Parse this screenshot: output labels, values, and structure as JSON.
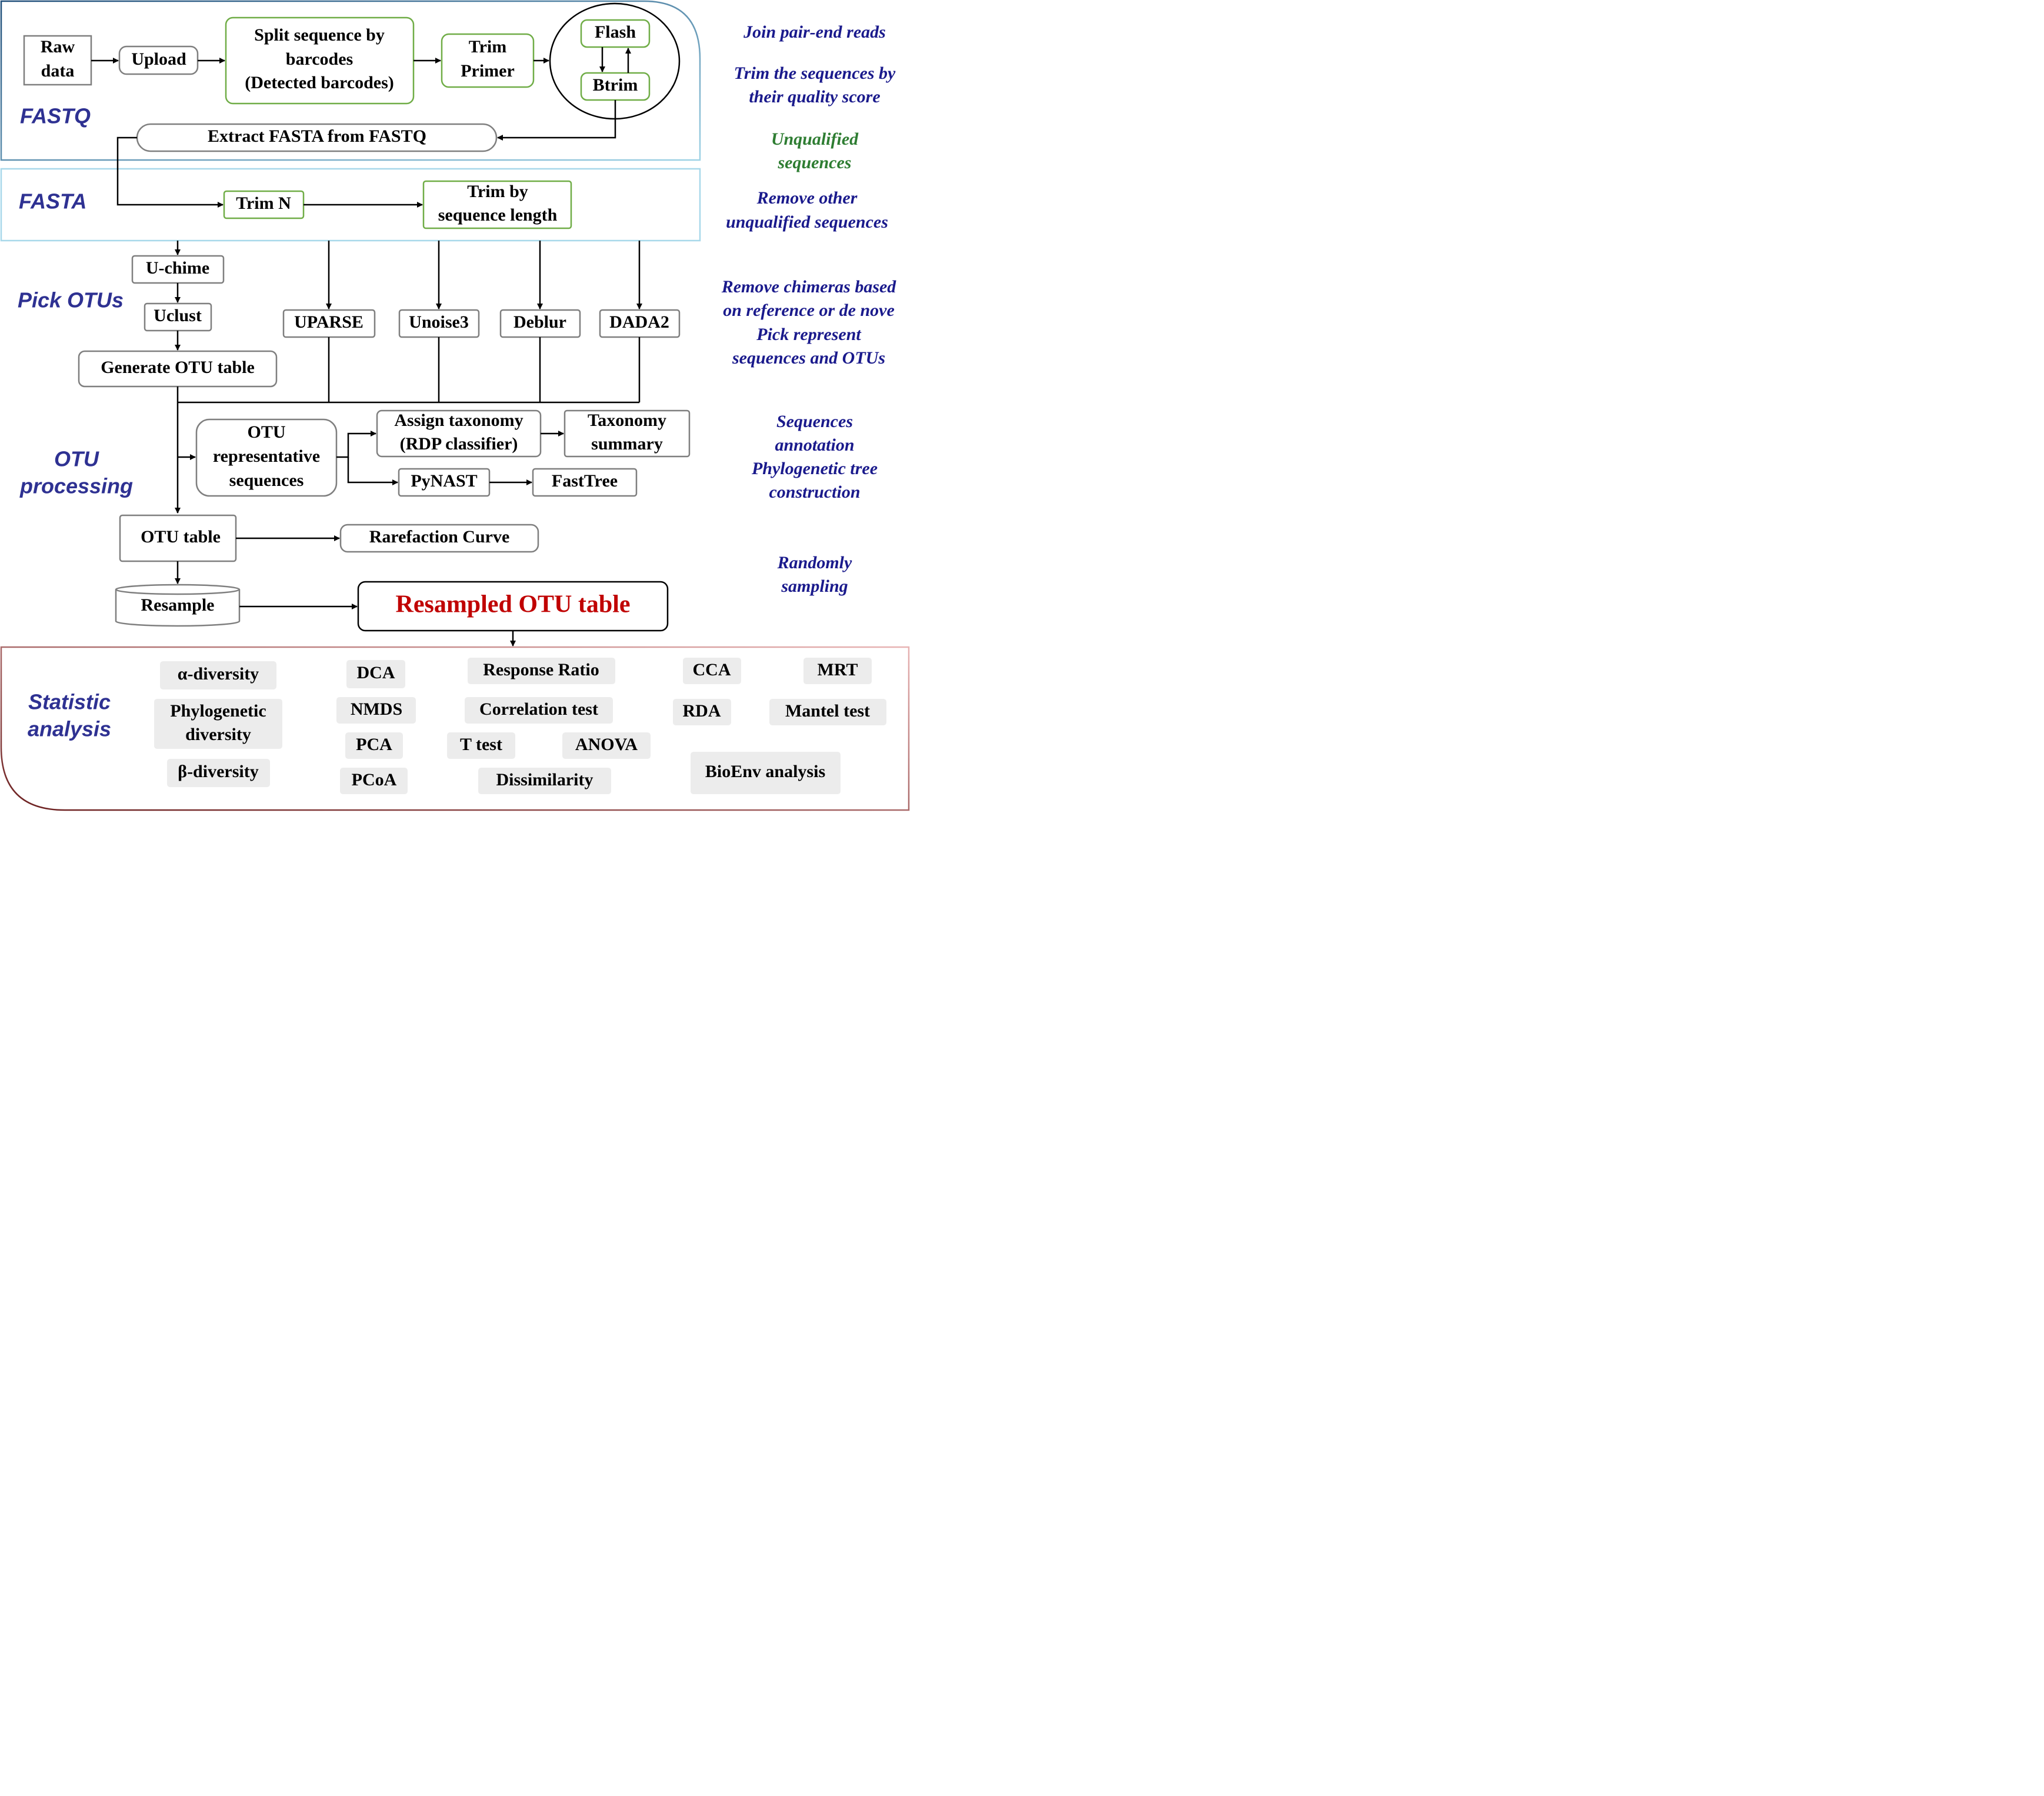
{
  "sections": {
    "fastq": "FASTQ",
    "fasta": "FASTA",
    "pick_otus": "Pick OTUs",
    "otu_processing": [
      "OTU",
      "processing"
    ],
    "statistic": [
      "Statistic",
      "analysis"
    ]
  },
  "nodes": {
    "raw_data": [
      "Raw",
      "data"
    ],
    "upload": "Upload",
    "split": [
      "Split sequence by",
      "barcodes",
      "(Detected barcodes)"
    ],
    "trim_primer": [
      "Trim",
      "Primer"
    ],
    "flash": "Flash",
    "btrim": "Btrim",
    "extract_fasta": "Extract FASTA from FASTQ",
    "trim_n": "Trim N",
    "trim_length": [
      "Trim by",
      "sequence length"
    ],
    "uchime": "U-chime",
    "uclust": "Uclust",
    "generate_otu": "Generate OTU table",
    "uparse": "UPARSE",
    "unoise3": "Unoise3",
    "deblur": "Deblur",
    "dada2": "DADA2",
    "otu_rep": [
      "OTU",
      "representative",
      "sequences"
    ],
    "assign_tax": [
      "Assign taxonomy",
      "(RDP classifier)"
    ],
    "tax_summary": [
      "Taxonomy",
      "summary"
    ],
    "pynast": "PyNAST",
    "fasttree": "FastTree",
    "otu_table": "OTU table",
    "rarefaction": "Rarefaction Curve",
    "resample": "Resample",
    "resampled": "Resampled OTU table"
  },
  "stats": {
    "alpha": "α-diversity",
    "phylo": [
      "Phylogenetic",
      "diversity"
    ],
    "beta": "β-diversity",
    "dca": "DCA",
    "nmds": "NMDS",
    "pca": "PCA",
    "pcoa": "PCoA",
    "response_ratio": "Response Ratio",
    "correlation": "Correlation test",
    "ttest": "T test",
    "anova": "ANOVA",
    "dissimilarity": "Dissimilarity",
    "cca": "CCA",
    "rda": "RDA",
    "mrt": "MRT",
    "mantel": "Mantel test",
    "bioenv": "BioEnv analysis"
  },
  "annotations": {
    "join": "Join pair-end reads",
    "trim_quality": [
      "Trim the sequences by",
      "their quality score"
    ],
    "unqualified": [
      "Unqualified",
      "sequences"
    ],
    "remove_other": [
      "Remove other",
      "unqualified sequences"
    ],
    "chimeras": [
      "Remove chimeras based",
      "on reference or de nove",
      "Pick represent",
      "sequences and OTUs"
    ],
    "annotation": [
      "Sequences",
      "annotation",
      "Phylogenetic tree",
      "construction"
    ],
    "random": [
      "Randomly",
      "sampling"
    ]
  },
  "colors": {
    "section_label": "#2e3192",
    "annotation_blue": "#1a1a8c",
    "annotation_green": "#2e7d32",
    "highlight_red": "#c00000",
    "green_border": "#70ad47",
    "gray_border": "#7f7f7f",
    "stat_fill": "#ececec"
  }
}
